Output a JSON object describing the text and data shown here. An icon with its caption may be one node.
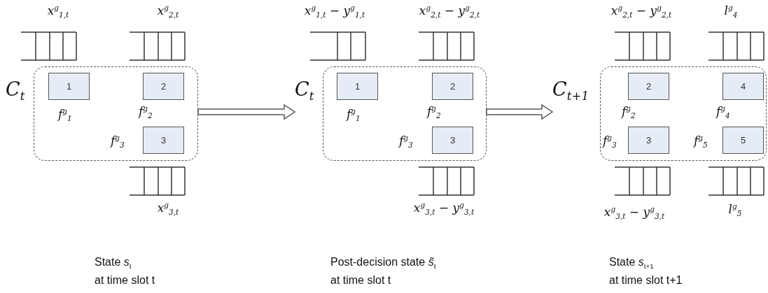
{
  "diagram": {
    "nodes": [
      {
        "text": [
          "x$^{g}$$_{1,t}$"
        ]
      },
      {
        "text": [
          "x$^{g}$$_{2,t}$"
        ]
      },
      {
        "text": [
          "C$_{t}$"
        ]
      },
      {
        "text": [
          "1"
        ],
        "in": 2,
        "beside": [
          "f$^{g}$$_{1}$"
        ]
      },
      {
        "text": [
          "2"
        ],
        "in": 2,
        "beside": [
          "f$^{g}$$_{2}$"
        ]
      },
      {
        "text": [
          "3"
        ],
        "in": 2,
        "beside": [
          "f$^{g}$$_{3}$"
        ]
      },
      {
        "text": [
          "x$^{g}$$_{3,t}$"
        ]
      },
      {
        "text": [
          "x$^{g}$$_{1,t}$ − y$^{g}$$_{1,t}$"
        ]
      },
      {
        "text": [
          "x$^{g}$$_{2,t}$ − y$^{g}$$_{2,t}$"
        ]
      },
      {
        "text": [
          "C$_{t}$"
        ]
      },
      {
        "text": [
          "1"
        ],
        "in": 9,
        "beside": [
          "f$^{g}$$_{1}$"
        ]
      },
      {
        "text": [
          "2"
        ],
        "in": 9,
        "beside": [
          "f$^{g}$$_{2}$"
        ]
      },
      {
        "text": [
          "3"
        ],
        "in": 9,
        "beside": [
          "f$^{g}$$_{3}$"
        ]
      },
      {
        "text": [
          "x$^{g}$$_{3,t}$ − y$^{g}$$_{3,t}$"
        ]
      },
      {
        "text": [
          "x$^{g}$$_{2,t}$ − y$^{g}$$_{2,t}$"
        ]
      },
      {
        "text": [
          "l$^{g}$$_{4}$"
        ]
      },
      {
        "text": [
          "C$_{t+1}$"
        ]
      },
      {
        "text": [
          "2"
        ],
        "in": 16,
        "beside": [
          "f$^{g}$$_{2}$"
        ]
      },
      {
        "text": [
          "4"
        ],
        "in": 16,
        "beside": [
          "f$^{g}$$_{4}$"
        ]
      },
      {
        "text": [
          "3"
        ],
        "in": 16,
        "beside": [
          "f$^{g}$$_{3}$"
        ]
      },
      {
        "text": [
          "5"
        ],
        "in": 16,
        "beside": [
          "f$^{g}$$_{5}$"
        ]
      },
      {
        "text": [
          "x$^{g}$$_{3,t}$ − y$^{g}$$_{3,t}$"
        ]
      },
      {
        "text": [
          "l$^{g}$$_{5}$"
        ]
      }
    ],
    "edges": [
      {
        "from": 2,
        "to": 9,
        "arrow": "to"
      },
      {
        "from": 9,
        "to": 16,
        "arrow": "to"
      }
    ],
    "labels": [
      "State *s*$_{t}$",
      "Post-decision state *s̃*$_{t}$",
      "State *s*$_{t+1}$",
      "at time slot t",
      "at time slot t",
      "at time slot t+1"
    ]
  }
}
